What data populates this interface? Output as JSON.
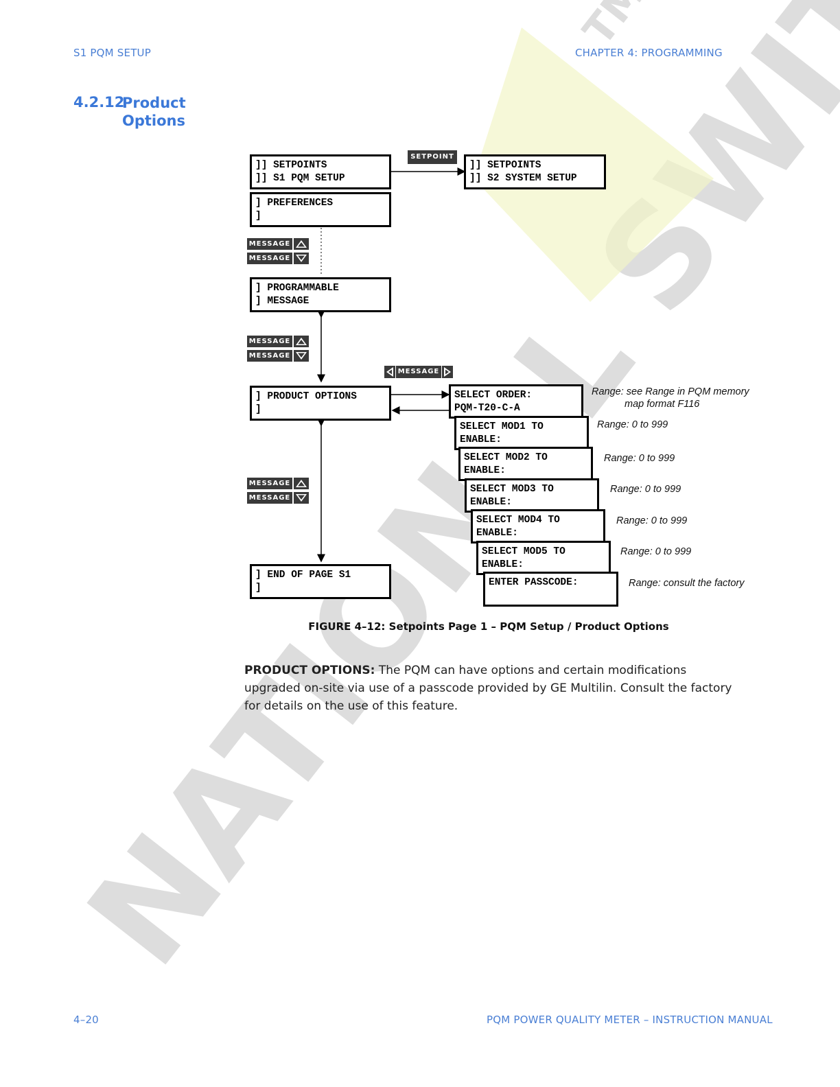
{
  "header": {
    "left": "S1 PQM SETUP",
    "right": "CHAPTER 4: PROGRAMMING"
  },
  "section": {
    "number": "4.2.12",
    "title": "Product Options"
  },
  "diagram": {
    "setpoint_key": "SETPOINT",
    "message_key": "MESSAGE",
    "screens": {
      "s1": [
        "]] SETPOINTS",
        "]] S1 PQM SETUP"
      ],
      "s2": [
        "]] SETPOINTS",
        "]] S2 SYSTEM SETUP"
      ],
      "preferences": [
        "] PREFERENCES",
        "]"
      ],
      "programmable": [
        "] PROGRAMMABLE",
        "] MESSAGE"
      ],
      "product_options": [
        "] PRODUCT OPTIONS",
        "]"
      ],
      "end_of_page": [
        "] END OF PAGE S1",
        "]"
      ],
      "select_order": [
        "SELECT ORDER:",
        "PQM-T20-C-A"
      ],
      "mod1": [
        "SELECT MOD1 TO",
        "ENABLE:"
      ],
      "mod2": [
        "SELECT MOD2 TO",
        "ENABLE:"
      ],
      "mod3": [
        "SELECT MOD3 TO",
        "ENABLE:"
      ],
      "mod4": [
        "SELECT MOD4 TO",
        "ENABLE:"
      ],
      "mod5": [
        "SELECT MOD5 TO",
        "ENABLE:"
      ],
      "passcode": [
        "ENTER PASSCODE:",
        ""
      ]
    },
    "ranges": {
      "select_order": [
        "Range:   see Range in PQM memory",
        "map format F116"
      ],
      "mod1": "Range: 0 to 999",
      "mod2": "Range: 0 to 999",
      "mod3": "Range: 0 to 999",
      "mod4": "Range: 0 to 999",
      "mod5": "Range: 0 to 999",
      "passcode": "Range: consult the factory"
    }
  },
  "caption": "FIGURE 4–12: Setpoints Page 1 – PQM Setup / Product Options",
  "body": {
    "lead": "PRODUCT OPTIONS:",
    "text": " The PQM can have options and certain modifications upgraded on-site via use of a passcode provided by GE Multilin. Consult the factory for details on the use of this feature."
  },
  "footer": {
    "left": "4–20",
    "right": "PQM POWER QUALITY METER – INSTRUCTION MANUAL"
  },
  "watermark": {
    "text": "NATIONAL SWITCHGEAR",
    "tm": "TM"
  }
}
